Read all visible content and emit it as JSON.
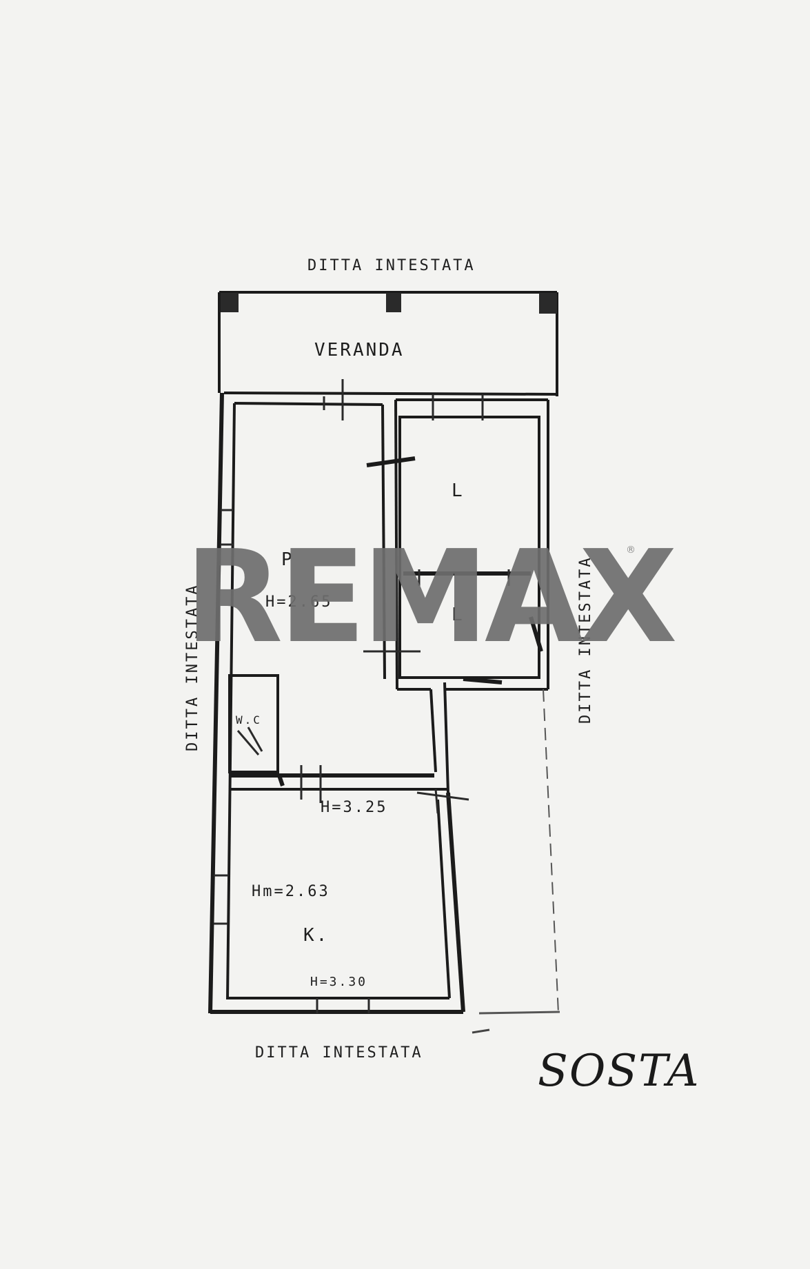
{
  "labels": {
    "top_neighbor": "DITTA INTESTATA",
    "left_neighbor": "DITTA INTESTATA",
    "right_neighbor": "DITTA INTESTATA",
    "bottom_neighbor": "DITTA INTESTATA",
    "veranda": "VERANDA",
    "room_p": "P",
    "room_p_height": "H=2.65",
    "room_l_upper": "L",
    "room_l_lower": "L",
    "wc": "W.C",
    "room_k": "K.",
    "room_k_height": "Hm=2.63",
    "height_mid": "H=3.25",
    "height_bottom": "H=3.30",
    "sosta": "SOSTA"
  },
  "watermark": {
    "text": "REMAX",
    "registered": "®",
    "color": "#6e6e6e"
  },
  "colors": {
    "paper": "#f3f3f1",
    "ink": "#1b1b1b"
  }
}
